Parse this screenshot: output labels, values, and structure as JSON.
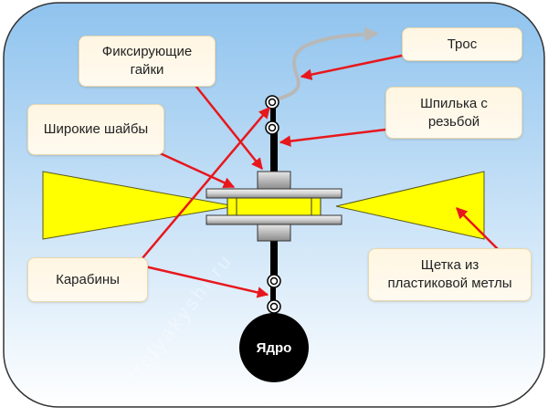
{
  "diagram": {
    "title": "Ёрш для прочистки дымохода",
    "colors": {
      "sky_top": "#8fc3ee",
      "sky_bottom": "#ffffff",
      "frame_border": "#333333",
      "brush_fill": "#ffff00",
      "metal_light": "#f2f2f2",
      "metal_dark": "#8a8a8a",
      "rod": "#000000",
      "pointer": "#e8171c",
      "rope": "#b8b8b8",
      "core": "#000000",
      "label_bg": "#fff6e2"
    },
    "labels": {
      "nuts": "Фиксирующие\nгайки",
      "rope": "Трос",
      "washers": "Широкие шайбы",
      "stud": "Шпилька с\nрезьбой",
      "carabiners": "Карабины",
      "brush": "Щетка из\nпластиковой метлы",
      "core": "Ядро"
    },
    "watermark": "trolyakyshi.ru"
  }
}
